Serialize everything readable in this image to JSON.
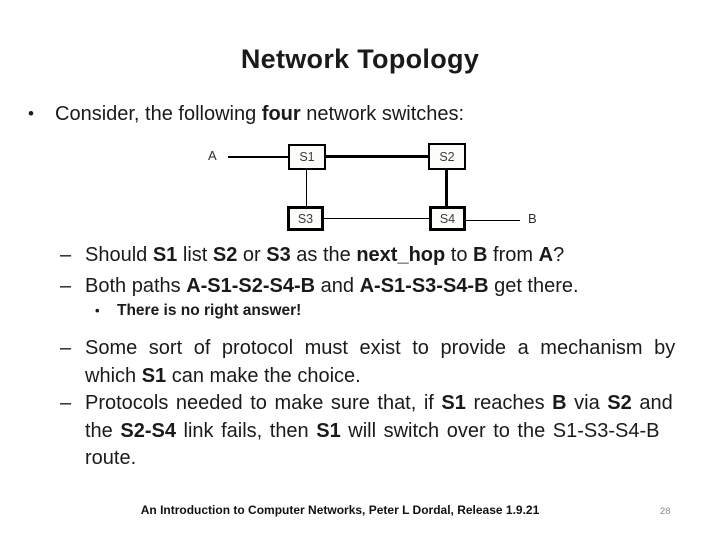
{
  "slide": {
    "title": "Network Topology"
  },
  "markers": {
    "bullet": "•",
    "dash": "–"
  },
  "body": {
    "intro": {
      "lines": [
        [
          {
            "t": "Consider, the following "
          },
          {
            "t": "four",
            "b": true
          },
          {
            "t": " network switches:"
          }
        ]
      ]
    },
    "q1": {
      "lines": [
        [
          {
            "t": "Should "
          },
          {
            "t": "S1",
            "b": true
          },
          {
            "t": " list "
          },
          {
            "t": "S2",
            "b": true
          },
          {
            "t": " or "
          },
          {
            "t": "S3",
            "b": true
          },
          {
            "t": " as the "
          },
          {
            "t": "next_hop",
            "b": true
          },
          {
            "t": " to "
          },
          {
            "t": "B",
            "b": true
          },
          {
            "t": " from "
          },
          {
            "t": "A",
            "b": true
          },
          {
            "t": "?"
          }
        ]
      ]
    },
    "q2": {
      "lines": [
        [
          {
            "t": "Both paths "
          },
          {
            "t": "A-S1-S2-S4-B",
            "b": true
          },
          {
            "t": " and "
          },
          {
            "t": "A-S1-S3-S4-B",
            "b": true
          },
          {
            "t": " get there."
          }
        ]
      ]
    },
    "note": {
      "lines": [
        [
          {
            "t": "There is no right answer!",
            "b": true
          }
        ]
      ]
    },
    "mech": {
      "lines": [
        [
          {
            "t": "Some sort of protocol must exist to provide a mechanism by"
          }
        ],
        [
          {
            "t": "which "
          },
          {
            "t": "S1",
            "b": true
          },
          {
            "t": " can make the choice."
          }
        ]
      ]
    },
    "fail": {
      "lines": [
        [
          {
            "t": "Protocols needed to make sure that, if "
          },
          {
            "t": "S1",
            "b": true
          },
          {
            "t": " reaches "
          },
          {
            "t": "B",
            "b": true
          },
          {
            "t": " via "
          },
          {
            "t": "S2",
            "b": true
          },
          {
            "t": " and"
          }
        ],
        [
          {
            "t": "the "
          },
          {
            "t": "S2-S4",
            "b": true
          },
          {
            "t": " link fails, then "
          },
          {
            "t": "S1",
            "b": true
          },
          {
            "t": " will switch over to the S1-S3-S4-B"
          }
        ],
        [
          {
            "t": "route."
          }
        ]
      ]
    }
  },
  "diagram": {
    "a": "A",
    "s1": "S1",
    "s2": "S2",
    "s3": "S3",
    "s4": "S4",
    "b": "B"
  },
  "footer": {
    "text": "An Introduction to Computer Networks, Peter L Dordal,  Release 1.9.21",
    "page": "28"
  }
}
